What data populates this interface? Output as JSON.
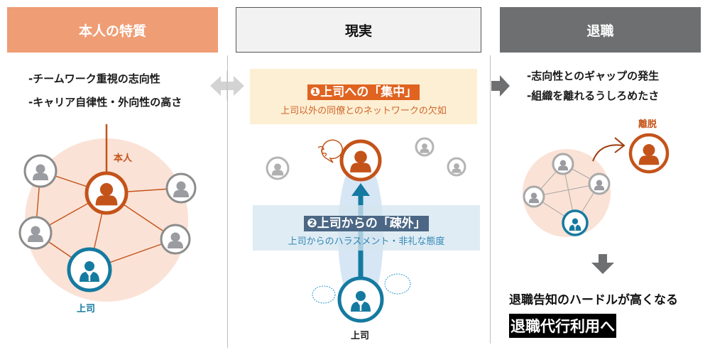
{
  "headers": {
    "left": "本人の特質",
    "middle": "現実",
    "right": "退職"
  },
  "left_panel": {
    "bullets": [
      "-チームワーク重視の志向性",
      "-キャリア自律性・外向性の高さ"
    ],
    "self_label": "本人",
    "boss_label": "上司"
  },
  "middle_panel": {
    "point1": {
      "title": "❶上司への「集中」",
      "subtitle": "上司以外の同僚とのネットワークの欠如"
    },
    "point2": {
      "title": "❷上司からの「疎外」",
      "subtitle": "上司からのハラスメント・非礼な態度"
    },
    "boss_label": "上司"
  },
  "right_panel": {
    "bullets": [
      "-志向性とのギャップの発生",
      "-組織を離れるうしろめたさ"
    ],
    "leave_label": "離脱",
    "conclusion": "退職告知のハードルが高くなる",
    "highlight": "退職代行利用へ"
  },
  "colors": {
    "orange_header": "#ef9d74",
    "gray_header": "#6e6f71",
    "self_orange": "#c4531a",
    "boss_blue": "#157aa0",
    "peer_gray": "#8f9196",
    "network_bg": "#fbe2d6",
    "point1_bg": "#fdefd3",
    "point1_accent": "#e06320",
    "point2_bg": "#d6e6f0",
    "point2_accent": "#4b6785"
  }
}
